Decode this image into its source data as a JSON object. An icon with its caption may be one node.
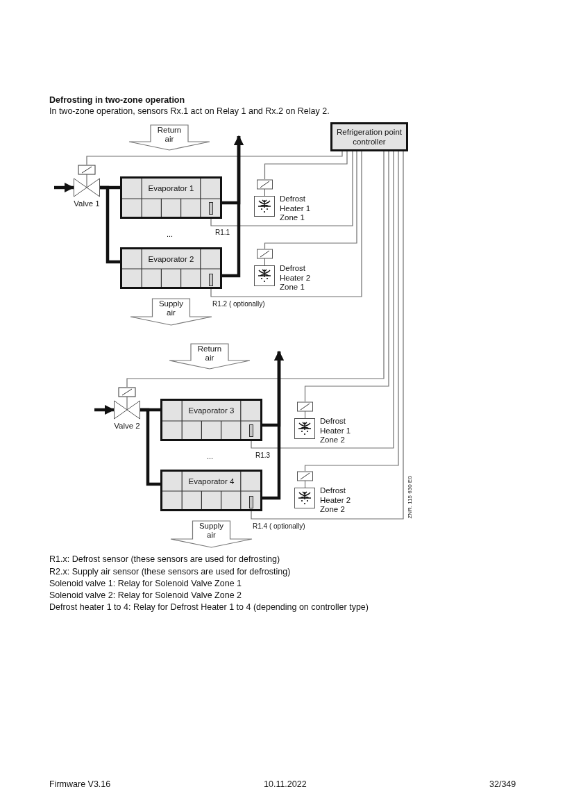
{
  "diagram": {
    "title": "Defrosting in two-zone operation",
    "nodes": [
      {
        "text": [
          "Refrigeration point controller"
        ]
      },
      {
        "text": [
          "Return air"
        ]
      },
      {
        "text": [
          "Valve 1"
        ]
      },
      {
        "text": [
          "Evaporator 1"
        ]
      },
      {
        "text": [],
        "shape": "box",
        "in": 3,
        "beside": [
          "R1.1"
        ]
      },
      {
        "text": [
          "Evaporator 2"
        ]
      },
      {
        "text": [],
        "shape": "box",
        "in": 5
      },
      {
        "text": [
          "Defrost Heater 1 Zone 1"
        ]
      },
      {
        "text": [
          "Defrost Heater 2 Zone 1"
        ]
      },
      {
        "text": [
          "Supply air"
        ]
      },
      {
        "text": [
          "Return air"
        ]
      },
      {
        "text": [
          "Valve 2"
        ]
      },
      {
        "text": [
          "Evaporator 3"
        ]
      },
      {
        "text": [],
        "shape": "box",
        "in": 12,
        "beside": [
          "R1.3"
        ]
      },
      {
        "text": [
          "Evaporator 4"
        ]
      },
      {
        "text": [],
        "shape": "box",
        "in": 14
      },
      {
        "text": [
          "Defrost Heater 1 Zone 2"
        ]
      },
      {
        "text": [
          "Defrost Heater 2 Zone 2"
        ]
      },
      {
        "text": [
          "Supply air"
        ]
      }
    ],
    "edges": [
      {
        "from": 0,
        "to": 2,
        "arrow": "none"
      },
      {
        "from": 0,
        "to": 7,
        "arrow": "none"
      },
      {
        "from": 0,
        "to": 4,
        "arrow": "none"
      },
      {
        "from": 0,
        "to": 8,
        "arrow": "none"
      },
      {
        "from": 0,
        "to": 6,
        "arrow": "none"
      },
      {
        "from": null,
        "to": 2,
        "arrow": "to",
        "style": "thick",
        "color": "#111111"
      },
      {
        "from": 2,
        "to": 3,
        "arrow": "none",
        "style": "thick",
        "color": "#111111"
      },
      {
        "from": 2,
        "to": 5,
        "arrow": "none",
        "style": "thick",
        "color": "#111111"
      },
      {
        "from": 3,
        "to": null,
        "arrow": "to",
        "style": "thick",
        "color": "#111111"
      },
      {
        "from": 5,
        "to": null,
        "arrow": "to",
        "style": "thick",
        "color": "#111111"
      },
      {
        "from": 0,
        "to": 11,
        "arrow": "none"
      },
      {
        "from": 0,
        "to": 16,
        "arrow": "none"
      },
      {
        "from": 0,
        "to": 13,
        "arrow": "none"
      },
      {
        "from": 0,
        "to": 17,
        "arrow": "none"
      },
      {
        "from": 0,
        "to": 15,
        "arrow": "none"
      },
      {
        "from": null,
        "to": 11,
        "arrow": "to",
        "style": "thick",
        "color": "#111111"
      },
      {
        "from": 11,
        "to": 12,
        "arrow": "none",
        "style": "thick",
        "color": "#111111"
      },
      {
        "from": 11,
        "to": 14,
        "arrow": "none",
        "style": "thick",
        "color": "#111111"
      },
      {
        "from": 12,
        "to": null,
        "arrow": "to",
        "style": "thick",
        "color": "#111111"
      },
      {
        "from": 14,
        "to": null,
        "arrow": "to",
        "style": "thick",
        "color": "#111111"
      }
    ],
    "labels": [
      "In two-zone operation, sensors Rx.1 act on Relay 1 and Rx.2 on Relay 2.",
      "...",
      "R1.2 ( optionally)",
      "...",
      "ZNR. 115 630 E0",
      "R1.4 ( optionally)",
      "R1.x: Defrost sensor (these sensors are used for defrosting)",
      "R2.x: Supply air sensor (these sensors are used for defrosting)",
      "Solenoid valve 1: Relay for Solenoid Valve Zone 1",
      "Solenoid valve 2: Relay for Solenoid Valve Zone 2",
      "Defrost heater 1 to 4: Relay for Defrost Heater 1 to 4 (depending on controller type)",
      "Firmware V3.16",
      "10.11.2022",
      "32/349"
    ]
  }
}
